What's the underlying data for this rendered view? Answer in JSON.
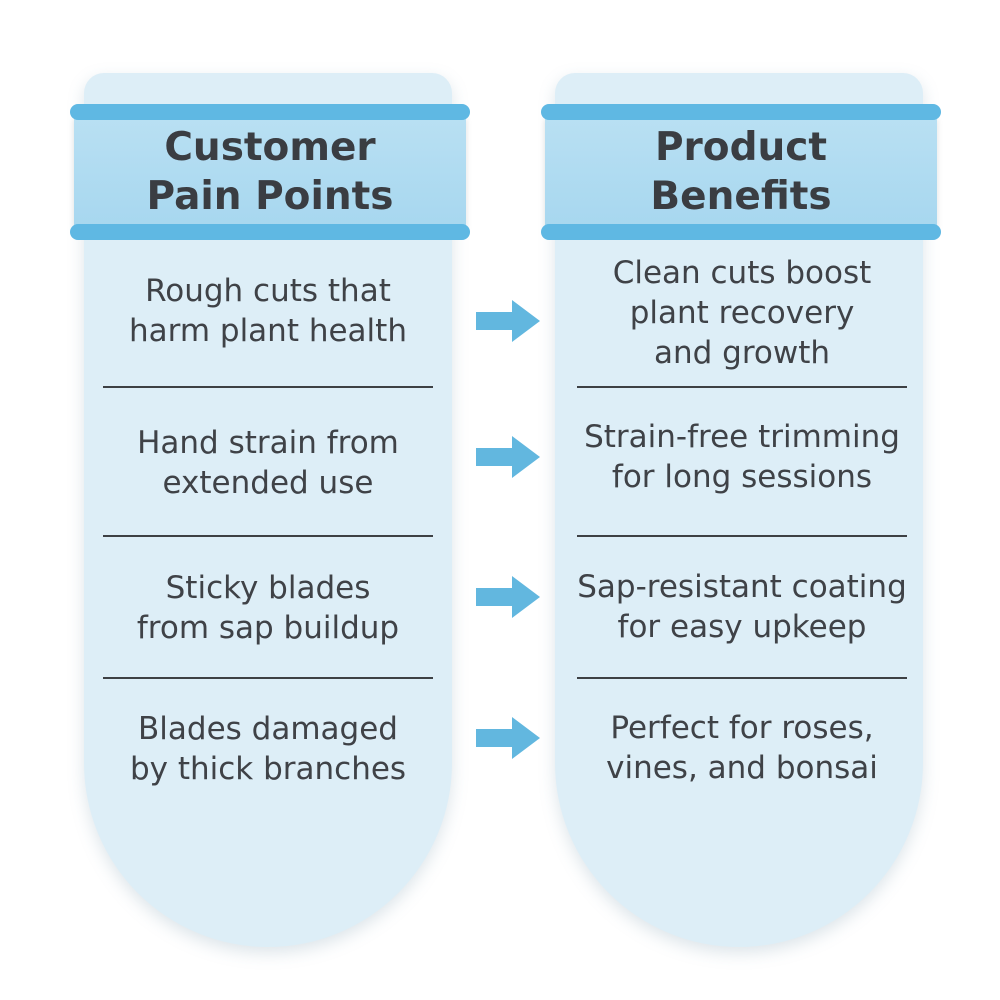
{
  "left_column": {
    "title": "Customer\nPain Points",
    "items": [
      "Rough cuts that\nharm plant health",
      "Hand strain from\nextended use",
      "Sticky blades\nfrom sap buildup",
      "Blades damaged\nby thick branches"
    ]
  },
  "right_column": {
    "title": "Product\nBenefits",
    "items": [
      "Clean cuts boost\nplant recovery\nand growth",
      "Strain-free trimming\nfor long sessions",
      "Sap-resistant coating\nfor easy upkeep",
      "Perfect for roses,\nvines, and bonsai"
    ]
  },
  "colors": {
    "panel": "#ddeef7",
    "banner": "#a7d7ef",
    "banner_edge": "#5fb8e3",
    "arrow": "#62b7df",
    "text": "#3a3d42"
  },
  "icons": [
    "arrow-right-icon"
  ]
}
